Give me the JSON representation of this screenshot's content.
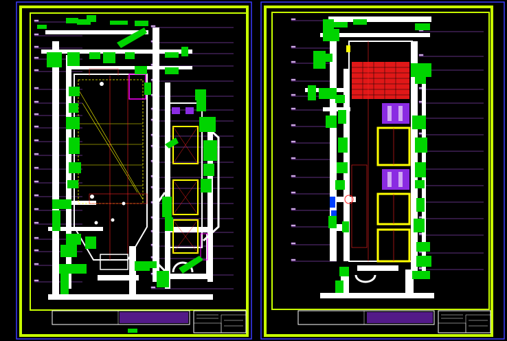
{
  "sheets": [
    {
      "id": "sheet-left",
      "content": "boiler-side-elevation"
    },
    {
      "id": "sheet-right",
      "content": "boiler-front-elevation"
    }
  ],
  "colors": {
    "background": "#000000",
    "sheet_frame": "#c8ff00",
    "outer_border": "#3a3aff",
    "structure": "#ffffff",
    "callout": "#00d400",
    "heating_surface": "#ffff00",
    "refractory": "#ff2020",
    "equipment": "#8a2be2",
    "accent": "#ff00ff",
    "bolt_hole": "#0040ff",
    "leader_line": "#c060ff"
  },
  "title_block": {
    "lines": 6
  },
  "callout_lines": {
    "left_sheet": 44,
    "right_sheet": 34
  }
}
